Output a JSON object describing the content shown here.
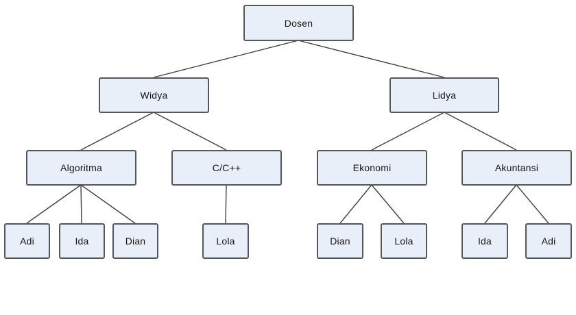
{
  "diagram": {
    "type": "tree",
    "colors": {
      "background": "#ffffff",
      "node_fill": "#e9eff8",
      "node_border": "#54575a",
      "connector": "#3f3f3f",
      "text": "#141414"
    },
    "nodes": [
      {
        "id": "dosen",
        "label": "Dosen",
        "level": 1,
        "parent": null
      },
      {
        "id": "widya",
        "label": "Widya",
        "level": 2,
        "parent": "dosen"
      },
      {
        "id": "lidya",
        "label": "Lidya",
        "level": 2,
        "parent": "dosen"
      },
      {
        "id": "algoritma",
        "label": "Algoritma",
        "level": 3,
        "parent": "widya"
      },
      {
        "id": "c-cpp",
        "label": "C/C++",
        "level": 3,
        "parent": "widya"
      },
      {
        "id": "ekonomi",
        "label": "Ekonomi",
        "level": 3,
        "parent": "lidya"
      },
      {
        "id": "akuntansi",
        "label": "Akuntansi",
        "level": 3,
        "parent": "lidya"
      },
      {
        "id": "adi-1",
        "label": "Adi",
        "level": 4,
        "parent": "algoritma"
      },
      {
        "id": "ida-1",
        "label": "Ida",
        "level": 4,
        "parent": "algoritma"
      },
      {
        "id": "dian-1",
        "label": "Dian",
        "level": 4,
        "parent": "algoritma"
      },
      {
        "id": "lola-1",
        "label": "Lola",
        "level": 4,
        "parent": "c-cpp"
      },
      {
        "id": "dian-2",
        "label": "Dian",
        "level": 4,
        "parent": "ekonomi"
      },
      {
        "id": "lola-2",
        "label": "Lola",
        "level": 4,
        "parent": "ekonomi"
      },
      {
        "id": "ida-2",
        "label": "Ida",
        "level": 4,
        "parent": "akuntansi"
      },
      {
        "id": "adi-2",
        "label": "Adi",
        "level": 4,
        "parent": "akuntansi"
      }
    ],
    "edges": [
      [
        "dosen",
        "widya"
      ],
      [
        "dosen",
        "lidya"
      ],
      [
        "widya",
        "algoritma"
      ],
      [
        "widya",
        "c-cpp"
      ],
      [
        "lidya",
        "ekonomi"
      ],
      [
        "lidya",
        "akuntansi"
      ],
      [
        "algoritma",
        "adi-1"
      ],
      [
        "algoritma",
        "ida-1"
      ],
      [
        "algoritma",
        "dian-1"
      ],
      [
        "c-cpp",
        "lola-1"
      ],
      [
        "ekonomi",
        "dian-2"
      ],
      [
        "ekonomi",
        "lola-2"
      ],
      [
        "akuntansi",
        "ida-2"
      ],
      [
        "akuntansi",
        "adi-2"
      ]
    ]
  }
}
